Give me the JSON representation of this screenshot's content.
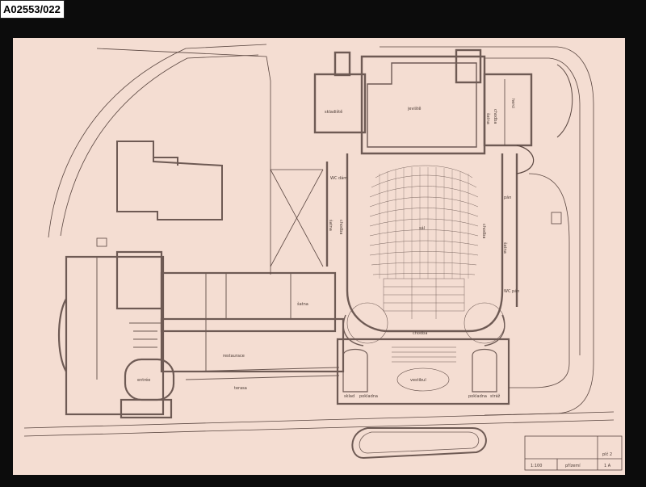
{
  "archive": {
    "id": "A02553/022"
  },
  "labels": {
    "skladiste": "skladiště",
    "jeviste": "jeviště",
    "satna_top": "šatna",
    "chodba_top": "chodba",
    "herci": "herci",
    "wc_dam": "WC dám",
    "satna_left": "šatna",
    "chodba_left": "chodba",
    "sal": "sál",
    "chodba_right": "chodba",
    "pan": "pán",
    "satna_right": "šatna",
    "wc_pan": "WC pán",
    "satna_mid": "šatna",
    "restaurace": "restaurace",
    "entree": "entrée",
    "terasa": "terasa",
    "chodba_bottom": "chodba",
    "vestibul": "vestibul",
    "sklad": "sklad",
    "pokladna_left": "pokladna",
    "pokladna_right": "pokladna",
    "straz": "stráž"
  },
  "title_block": {
    "sheet_no": "plč 2",
    "scale": "1:100",
    "floor": "přízemí",
    "mark": "1 A"
  },
  "colors": {
    "paper": "#f4ddd2",
    "ink": "#5a4640",
    "wall": "#6e5a54",
    "background": "#0c0c0c"
  }
}
